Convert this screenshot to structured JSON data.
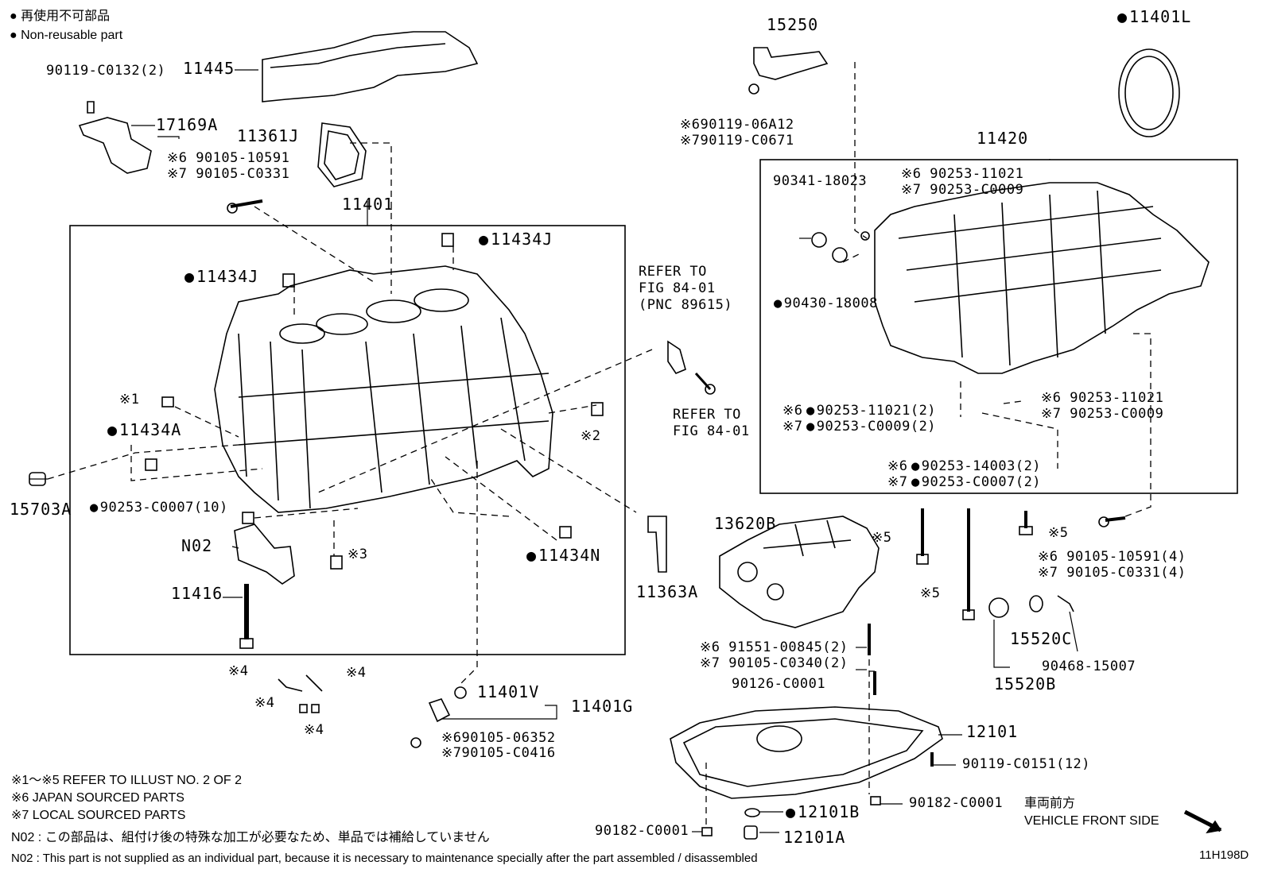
{
  "legend": {
    "jp": "● 再使用不可部品",
    "en": "● Non-reusable part"
  },
  "labels": {
    "p90119_c0132": "90119-C0132(2)",
    "p11445": "11445",
    "p17169a": "17169A",
    "p11361j": "11361J",
    "p90105_10591_a": "※6 90105-10591",
    "p90105_c0331_a": "※7 90105-C0331",
    "p11401": "11401",
    "p11434j_a": "11434J",
    "p11434j_b": "11434J",
    "p11434a": "11434A",
    "n1": "※1",
    "n2": "※2",
    "n3": "※3",
    "p15703a": "15703A",
    "p90253_c0007_10": "90253-C0007(10)",
    "n02": "N02",
    "p11416": "11416",
    "p11434n": "11434N",
    "refer_a1": "REFER TO",
    "refer_a2": "FIG 84-01",
    "refer_a3": "(PNC 89615)",
    "refer_b1": "REFER TO",
    "refer_b2": "FIG 84-01",
    "p11363a": "11363A",
    "p15250": "15250",
    "p90119_06a12": "※690119-06A12",
    "p90119_c0671": "※790119-C0671",
    "p11401l": "11401L",
    "p11420": "11420",
    "p90341_18023": "90341-18023",
    "p90253_11021_a": "※6 90253-11021",
    "p90253_c0009_a": "※7 90253-C0009",
    "p90430_18008": "90430-18008",
    "p90253_11021_b": "※6 90253-11021",
    "p90253_c0009_b": "※7 90253-C0009",
    "p90253_11021_2": "90253-11021(2)",
    "p90253_c0009_2": "90253-C0009(2)",
    "p90253_14003_2": "90253-14003(2)",
    "p90253_c0007_2": "90253-C0007(2)",
    "n6": "※6",
    "n7": "※7",
    "n6b": "※6",
    "n7b": "※7",
    "p13620b": "13620B",
    "n5a": "※5",
    "n5b": "※5",
    "n5c": "※5",
    "p90105_10591_4": "※6 90105-10591(4)",
    "p90105_c0331_4": "※7 90105-C0331(4)",
    "p15520c": "15520C",
    "p90468_15007": "90468-15007",
    "p15520b": "15520B",
    "p91551_00845": "※6 91551-00845(2)",
    "p90105_c0340": "※7 90105-C0340(2)",
    "p90126_c0001": "90126-C0001",
    "n4a": "※4",
    "n4b": "※4",
    "n4c": "※4",
    "n4d": "※4",
    "p11401v": "11401V",
    "p11401g": "11401G",
    "p90105_06352": "※690105-06352",
    "p90105_c0416": "※790105-C0416",
    "p12101": "12101",
    "p90119_c0151": "90119-C0151(12)",
    "p90182_c0001_a": "90182-C0001",
    "p90182_c0001_b": "90182-C0001",
    "p12101b": "12101B",
    "p12101a": "12101A",
    "front_jp": "車両前方",
    "front_en": "VEHICLE FRONT SIDE",
    "diagram_id": "11H198D"
  },
  "footnotes": {
    "f1": "※1～※5  REFER TO ILLUST NO. 2 OF 2",
    "f2": "※6  JAPAN SOURCED PARTS",
    "f3": "※7  LOCAL SOURCED PARTS",
    "f4": "N02 : この部品は、組付け後の特殊な加工が必要なため、単品では補給していません",
    "f5": "N02 : This part is not supplied as an individual part, because it is necessary to maintenance specially after the part assembled / disassembled"
  }
}
